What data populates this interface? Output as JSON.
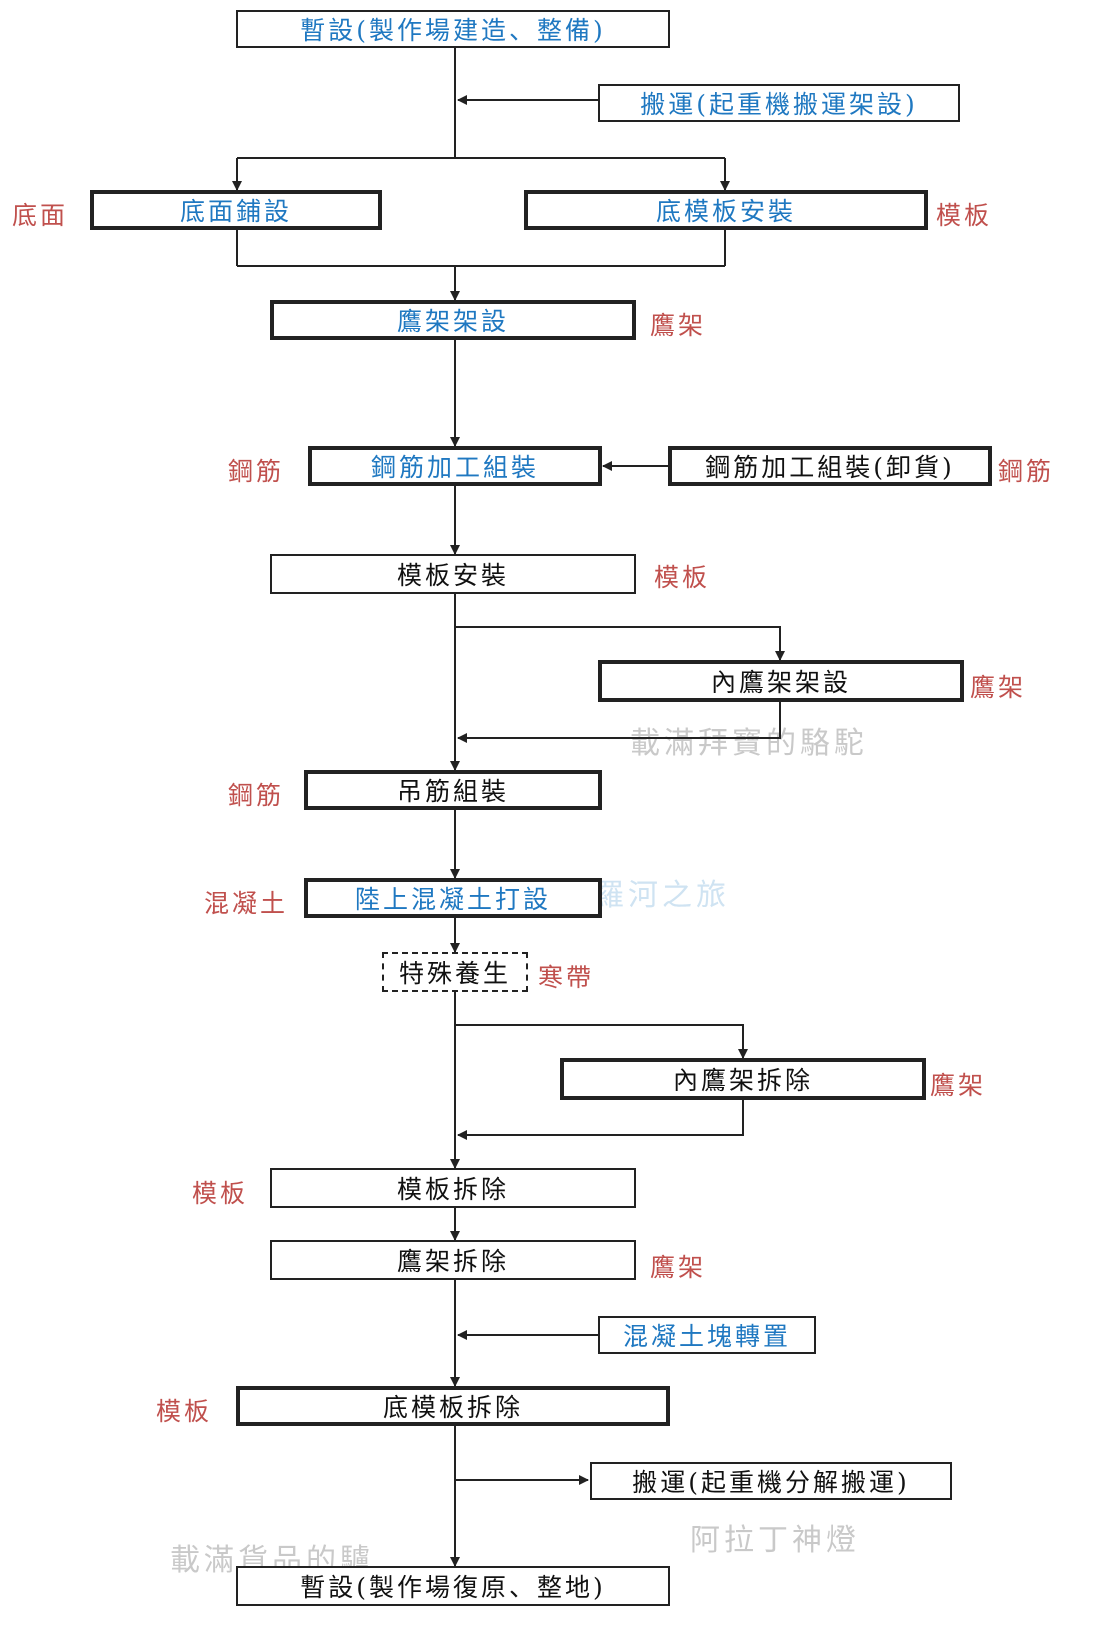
{
  "watermarks": {
    "camel": "載滿拜寶的駱駝",
    "nile": "尼羅河之旅",
    "donkey": "載滿貨品的驢",
    "lamp": "阿拉丁神燈"
  },
  "steps": {
    "temp_setup": "暫設(製作場建造、整備)",
    "transport_crane": "搬運(起重機搬運架設)",
    "base_paving": "底面鋪設",
    "bottom_form_install": "底模板安裝",
    "scaffold_erect": "鷹架架設",
    "rebar_assembly": "鋼筋加工組裝",
    "rebar_unload": "鋼筋加工組裝(卸貨)",
    "formwork_install": "模板安裝",
    "inner_scaffold_erect": "內鷹架架設",
    "lifting_rebar": "吊筋組裝",
    "concrete_pour": "陸上混凝土打設",
    "special_curing": "特殊養生",
    "inner_scaffold_remove": "內鷹架拆除",
    "formwork_remove": "模板拆除",
    "scaffold_remove": "鷹架拆除",
    "concrete_block_transfer": "混凝土塊轉置",
    "bottom_form_remove": "底模板拆除",
    "transport_dismantle": "搬運(起重機分解搬運)",
    "temp_restore": "暫設(製作場復原、整地)"
  },
  "side_labels": {
    "base_surface": "底面",
    "formwork_1": "模板",
    "scaffold_1": "鷹架",
    "rebar_left": "鋼筋",
    "rebar_right": "鋼筋",
    "formwork_2": "模板",
    "scaffold_2": "鷹架",
    "rebar_3": "鋼筋",
    "concrete": "混凝土",
    "cold_zone": "寒帶",
    "scaffold_3": "鷹架",
    "formwork_3": "模板",
    "scaffold_4": "鷹架",
    "formwork_4": "模板"
  },
  "colors": {
    "blue_text": "#1f78c1",
    "red_label": "#c0504d",
    "line": "#222222"
  }
}
